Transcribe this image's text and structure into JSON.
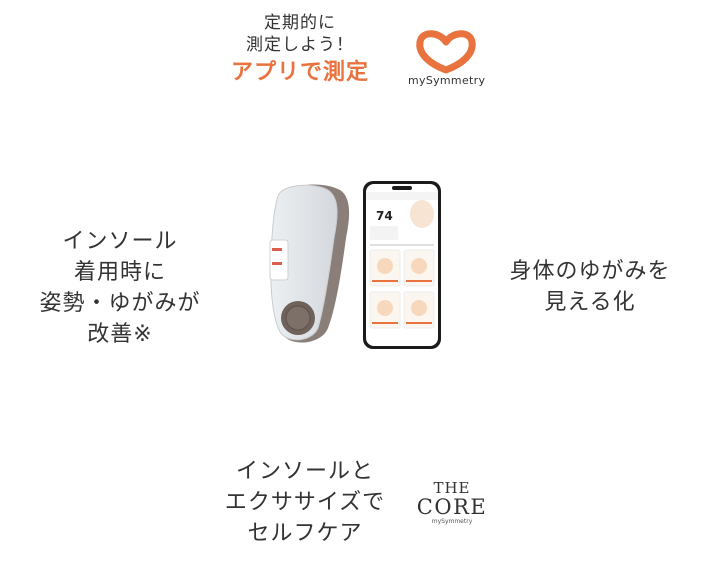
{
  "top": {
    "line1": "定期的に",
    "line2": "測定しよう！",
    "accent": "アプリで測定",
    "accent_color": "#E8733F",
    "logo_icon": "mysymmetry-heart-icon",
    "logo_text": "mySymmetry"
  },
  "left": {
    "line1": "インソール",
    "line2": "着用時に",
    "line3": "姿勢・ゆがみが",
    "line4": "改善※"
  },
  "right": {
    "line1": "身体のゆがみを",
    "line2": "見える化"
  },
  "bottom": {
    "line1": "インソールと",
    "line2": "エクササイズで",
    "line3": "セルフケア",
    "logo_the": "THE",
    "logo_core": "CORE",
    "logo_sub": "mySymmetry"
  },
  "device": {
    "insole_icon": "insole-device-icon",
    "phone_icon": "smartphone-app-icon",
    "score": "74"
  }
}
